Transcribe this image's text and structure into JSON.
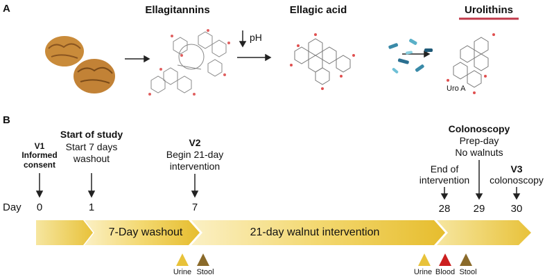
{
  "panel_a": {
    "label": "A",
    "compounds": {
      "ellagitannins": "Ellagitannins",
      "ellagic_acid": "Ellagic acid",
      "urolithins": "Urolithins"
    },
    "ph_label": "pH",
    "uro_a_label": "Uro A"
  },
  "panel_b": {
    "label": "B",
    "events": {
      "v1_title": "V1",
      "v1_sub1": "Informed",
      "v1_sub2": "consent",
      "start_title": "Start of study",
      "start_sub1": "Start 7 days",
      "start_sub2": "washout",
      "v2_title": "V2",
      "v2_sub1": "Begin 21-day",
      "v2_sub2": "intervention",
      "end_sub1": "End of",
      "end_sub2": "intervention",
      "colo_title": "Colonoscopy",
      "colo_sub1": "Prep-day",
      "colo_sub2": "No walnuts",
      "v3_title": "V3",
      "v3_sub1": "colonoscopy"
    },
    "day_label": "Day",
    "days": [
      "0",
      "1",
      "7",
      "28",
      "29",
      "30"
    ],
    "phases": {
      "washout": "7-Day washout",
      "intervention": "21-day walnut intervention"
    },
    "samples": {
      "urine": "Urine",
      "stool": "Stool",
      "urine2": "Urine",
      "blood": "Blood",
      "stool2": "Stool"
    },
    "colors": {
      "urine": "#e8c23a",
      "stool": "#8a6a2a",
      "blood": "#cc1f1f",
      "bar": "#f0d060",
      "urolithin_underline": "#c0394a"
    }
  }
}
